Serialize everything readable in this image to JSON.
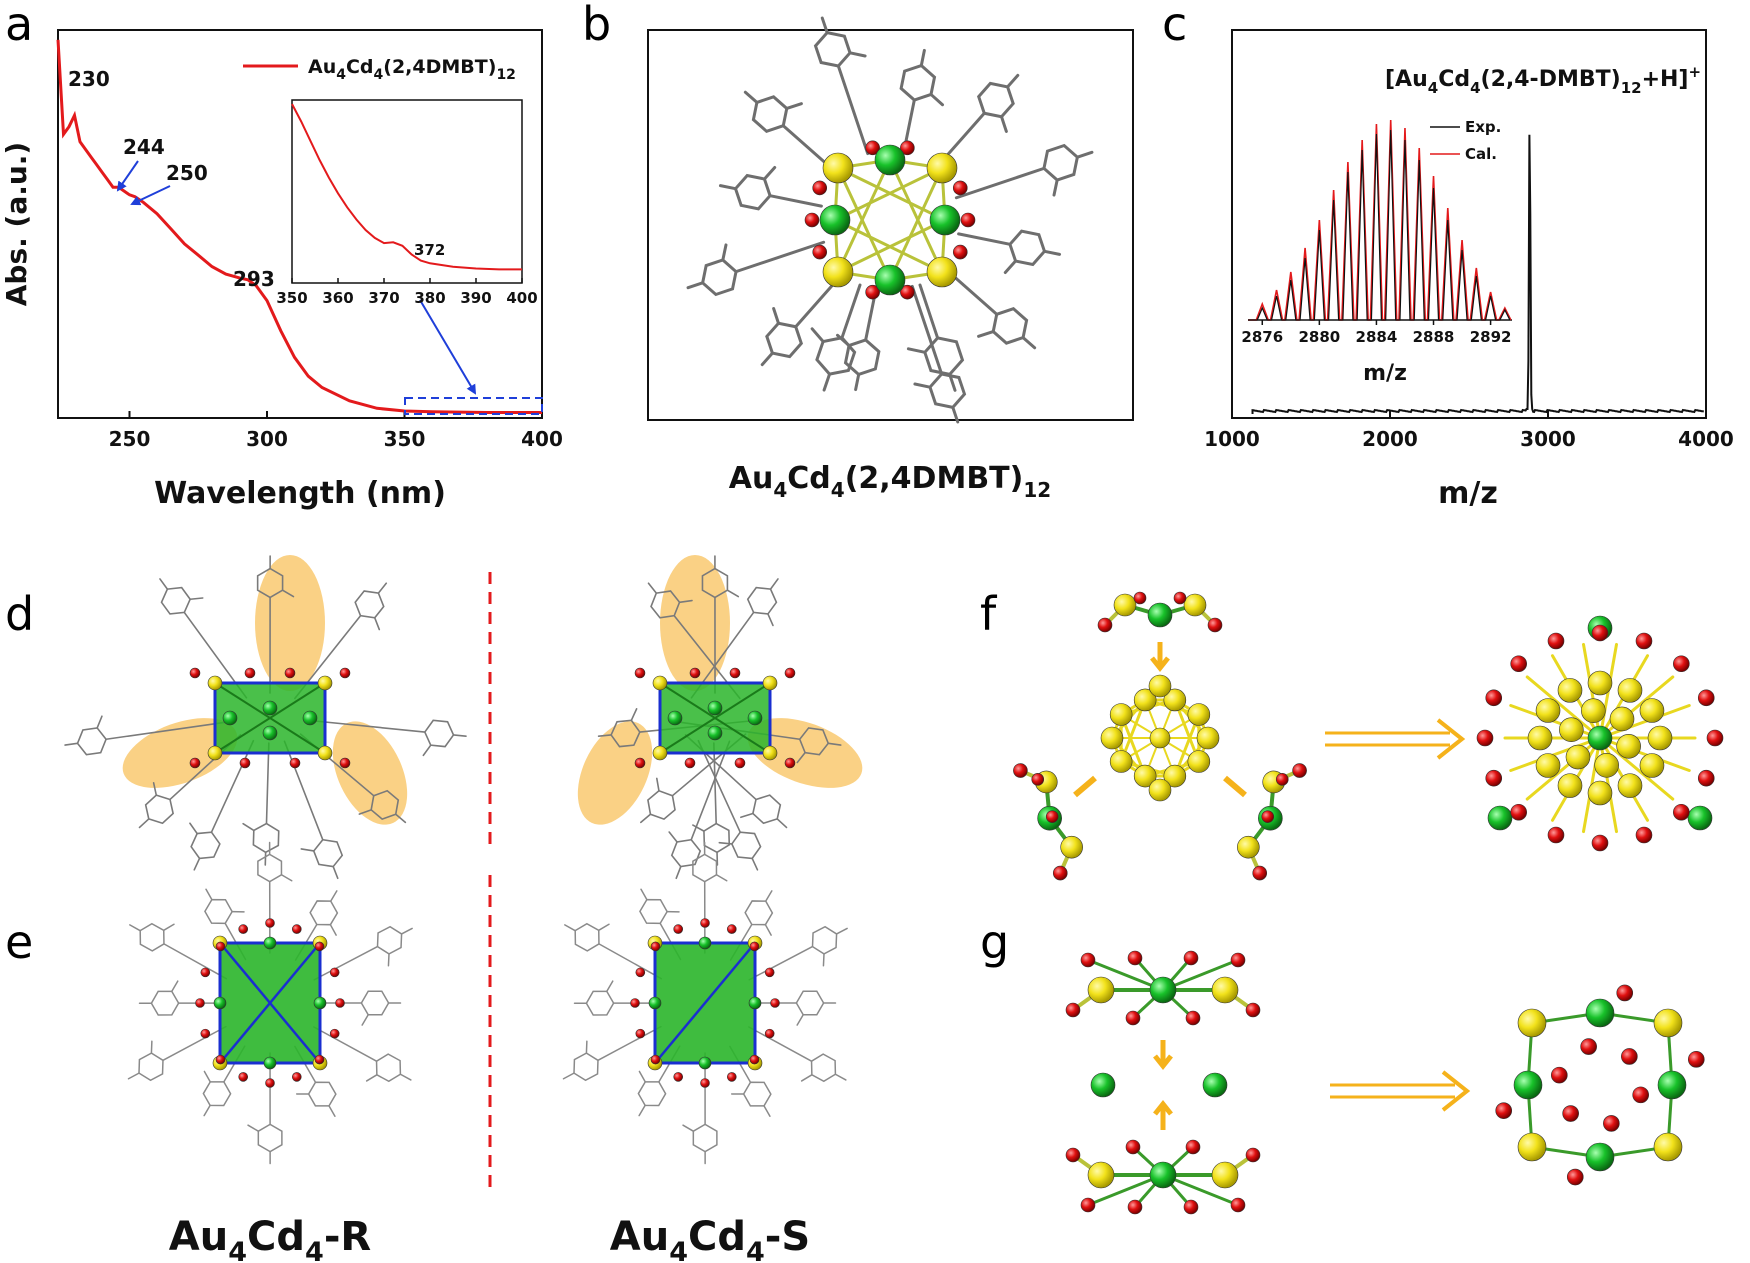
{
  "panel_labels": [
    "a",
    "b",
    "c",
    "d",
    "e",
    "f",
    "g"
  ],
  "panel_a": {
    "ylabel": "Abs. (a.u.)",
    "xlabel": "Wavelength (nm)",
    "legend": {
      "base": "Au",
      "s1": "4",
      "mid": "Cd",
      "s2": "4",
      "tail": "(2,4DMBT)",
      "s3": "12"
    },
    "peak_labels": [
      "230",
      "244",
      "250",
      "293"
    ],
    "inset_peak": "372",
    "colors": {
      "spectrum": "#e31a1c",
      "arrow": "#1f3fd9"
    }
  },
  "panel_b": {
    "caption": {
      "base": "Au",
      "s1": "4",
      "mid": "Cd",
      "s2": "4",
      "tail": "(2,4DMBT)",
      "s3": "12"
    }
  },
  "panel_c": {
    "xlabel": "m/z",
    "peak_label": {
      "open": "[Au",
      "s1": "4",
      "mid": "Cd",
      "s2": "4",
      "tail": "(2,4-DMBT)",
      "s3": "12",
      "plus": "+H]",
      "sup": "+"
    },
    "inset": {
      "xlabel": "m/z",
      "legend_exp": "Exp.",
      "legend_cal": "Cal."
    },
    "colors": {
      "exp": "#111111",
      "cal": "#e31a1c"
    }
  },
  "panel_de": {
    "label_r": {
      "base": "Au",
      "s1": "4",
      "mid": "Cd",
      "s2": "4",
      "tail": "-R"
    },
    "label_s": {
      "base": "Au",
      "s1": "4",
      "mid": "Cd",
      "s2": "4",
      "tail": "-S"
    }
  },
  "atom_colors": {
    "gold": "#f2e21b",
    "cadmium": "#18c22a",
    "sulfur": "#e01010",
    "cage": "#2ab52a",
    "edge": "#1a2fd0",
    "arrow": "#f5b21b"
  },
  "chart_data": [
    {
      "type": "line",
      "panel": "a",
      "xlabel": "Wavelength (nm)",
      "ylabel": "Abs. (a.u.)",
      "xlim": [
        224,
        400
      ],
      "ylim": [
        0,
        1
      ],
      "xticks": [
        250,
        300,
        350,
        400
      ],
      "series": [
        {
          "name": "Au4Cd4(2,4DMBT)12",
          "x": [
            224,
            226,
            228,
            230,
            232,
            234,
            236,
            238,
            240,
            242,
            244,
            246,
            248,
            250,
            252,
            255,
            260,
            265,
            270,
            275,
            280,
            285,
            290,
            293,
            296,
            300,
            305,
            310,
            315,
            320,
            330,
            340,
            350,
            360,
            370,
            380,
            390,
            400
          ],
          "y": [
            0.99,
            0.74,
            0.76,
            0.79,
            0.72,
            0.7,
            0.68,
            0.66,
            0.64,
            0.62,
            0.6,
            0.6,
            0.59,
            0.58,
            0.575,
            0.56,
            0.53,
            0.49,
            0.45,
            0.42,
            0.39,
            0.37,
            0.36,
            0.355,
            0.34,
            0.3,
            0.22,
            0.15,
            0.1,
            0.07,
            0.035,
            0.015,
            0.008,
            0.006,
            0.005,
            0.004,
            0.004,
            0.004
          ]
        }
      ],
      "annotations": [
        "230",
        "244",
        "250",
        "293"
      ]
    },
    {
      "type": "line",
      "panel": "a-inset",
      "xlim": [
        350,
        400
      ],
      "xticks": [
        350,
        360,
        370,
        380,
        390,
        400
      ],
      "series": [
        {
          "name": "inset",
          "x": [
            350,
            352,
            354,
            356,
            358,
            360,
            362,
            364,
            366,
            368,
            370,
            372,
            374,
            376,
            378,
            380,
            385,
            390,
            395,
            400
          ],
          "y": [
            1.0,
            0.9,
            0.79,
            0.68,
            0.58,
            0.49,
            0.41,
            0.34,
            0.28,
            0.235,
            0.205,
            0.21,
            0.19,
            0.14,
            0.105,
            0.09,
            0.07,
            0.06,
            0.055,
            0.055
          ]
        }
      ],
      "annotations": [
        "372"
      ]
    },
    {
      "type": "line",
      "panel": "c",
      "xlabel": "m/z",
      "xlim": [
        1000,
        4000
      ],
      "xticks": [
        1000,
        2000,
        3000,
        4000
      ],
      "series": [
        {
          "name": "spectrum",
          "x": [
            1130,
            1500,
            2000,
            2500,
            2850,
            2870,
            2880,
            2884,
            2888,
            2900,
            2920,
            3000,
            3500,
            4000
          ],
          "y": [
            0.01,
            0.015,
            0.02,
            0.02,
            0.02,
            0.3,
            0.85,
            1.0,
            0.7,
            0.1,
            0.04,
            0.015,
            0.01,
            0.008
          ]
        }
      ]
    },
    {
      "type": "line",
      "panel": "c-inset",
      "xlabel": "m/z",
      "xlim": [
        2875,
        2893.5
      ],
      "xticks": [
        2876,
        2880,
        2884,
        2888,
        2892
      ],
      "series": [
        {
          "name": "Exp.",
          "x": [
            2876,
            2877,
            2878,
            2879,
            2880,
            2881,
            2882,
            2883,
            2884,
            2885,
            2886,
            2887,
            2888,
            2889,
            2890,
            2891,
            2892,
            2893
          ],
          "y": [
            0.06,
            0.12,
            0.2,
            0.31,
            0.45,
            0.6,
            0.74,
            0.85,
            0.93,
            0.95,
            0.9,
            0.8,
            0.66,
            0.5,
            0.35,
            0.22,
            0.12,
            0.05
          ]
        },
        {
          "name": "Cal.",
          "x": [
            2876,
            2877,
            2878,
            2879,
            2880,
            2881,
            2882,
            2883,
            2884,
            2885,
            2886,
            2887,
            2888,
            2889,
            2890,
            2891,
            2892,
            2893
          ],
          "y": [
            0.08,
            0.15,
            0.24,
            0.36,
            0.5,
            0.65,
            0.79,
            0.9,
            0.98,
            1.0,
            0.96,
            0.86,
            0.72,
            0.56,
            0.4,
            0.26,
            0.14,
            0.06
          ]
        }
      ]
    }
  ]
}
